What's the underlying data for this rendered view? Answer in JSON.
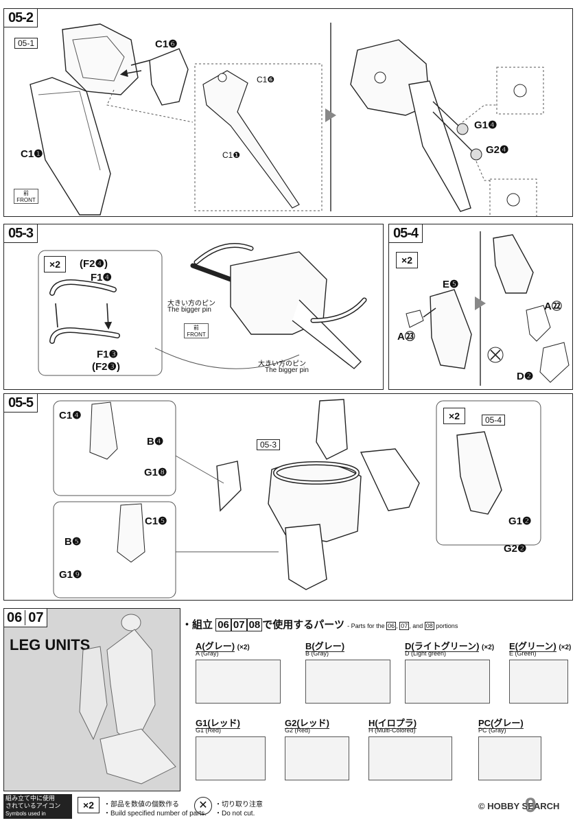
{
  "step_05_2": {
    "tab": "05-2",
    "ref": "05-1",
    "labels": {
      "c16": "C1❻",
      "c11": "C1❶",
      "c16_detail": "C1❻",
      "c11_detail": "C1❶",
      "g14": "G1❹",
      "g24": "G2❹"
    },
    "front": {
      "jp": "前",
      "en": "FRONT"
    }
  },
  "step_05_3": {
    "tab": "05-3",
    "mult": "×2",
    "labels": {
      "f24": "(F2❹)",
      "f14": "F1❹",
      "f13": "F1❸",
      "f23": "(F2❸)"
    },
    "pin_jp": "大きい方のピン",
    "pin_en": "The bigger pin",
    "front": {
      "jp": "前",
      "en": "FRONT"
    }
  },
  "step_05_4": {
    "tab": "05-4",
    "mult": "×2",
    "labels": {
      "e5": "E❺",
      "a23": "A㉓",
      "a22": "A㉒",
      "d2": "D❷"
    }
  },
  "step_05_5": {
    "tab": "05-5",
    "ref_center": "05-3",
    "ref_right": "05-4",
    "mult": "×2",
    "labels": {
      "c14": "C1❹",
      "b4": "B❹",
      "g18": "G1❽",
      "c15": "C1❺",
      "b5": "B❺",
      "g19": "G1❾",
      "g12": "G1❷",
      "g22": "G2❷"
    }
  },
  "leg_units": {
    "tab_a": "06",
    "tab_b": "07",
    "title": "LEG UNITS"
  },
  "parts_used": {
    "heading_pre": "・組立",
    "heading_nums": [
      "06",
      "07",
      "08"
    ],
    "heading_post": "で使用するパーツ",
    "sub_pre": "- Parts for the",
    "sub_and": ", and",
    "sub_post": "portions",
    "runners": [
      {
        "name": "A(グレー)",
        "mult": "(×2)",
        "en": "A (Gray)"
      },
      {
        "name": "B(グレー)",
        "mult": "",
        "en": "B (Gray)"
      },
      {
        "name": "D(ライトグリーン)",
        "mult": "(×2)",
        "en": "D (Light green)"
      },
      {
        "name": "E(グリーン)",
        "mult": "(×2)",
        "en": "E (Green)"
      },
      {
        "name": "G1(レッド)",
        "mult": "",
        "en": "G1 (Red)"
      },
      {
        "name": "G2(レッド)",
        "mult": "",
        "en": "G2 (Red)"
      },
      {
        "name": "H(イロプラ)",
        "mult": "",
        "en": "H (Multi-Colored)"
      },
      {
        "name": "PC(グレー)",
        "mult": "",
        "en": "PC (Gray)"
      }
    ]
  },
  "footer": {
    "legend_jp1": "組み立て中に使用",
    "legend_jp2": "されているアイコン",
    "legend_en": "Symbols used in instructions",
    "x2": "×2",
    "x2_jp": "・部品を数値の個数作る",
    "x2_en": "・Build specified number of parts.",
    "cut_jp": "・切り取り注意",
    "cut_en": "・Do not cut.",
    "copyright": "©",
    "brand": "HOBBY SEARCH",
    "page": "9"
  }
}
